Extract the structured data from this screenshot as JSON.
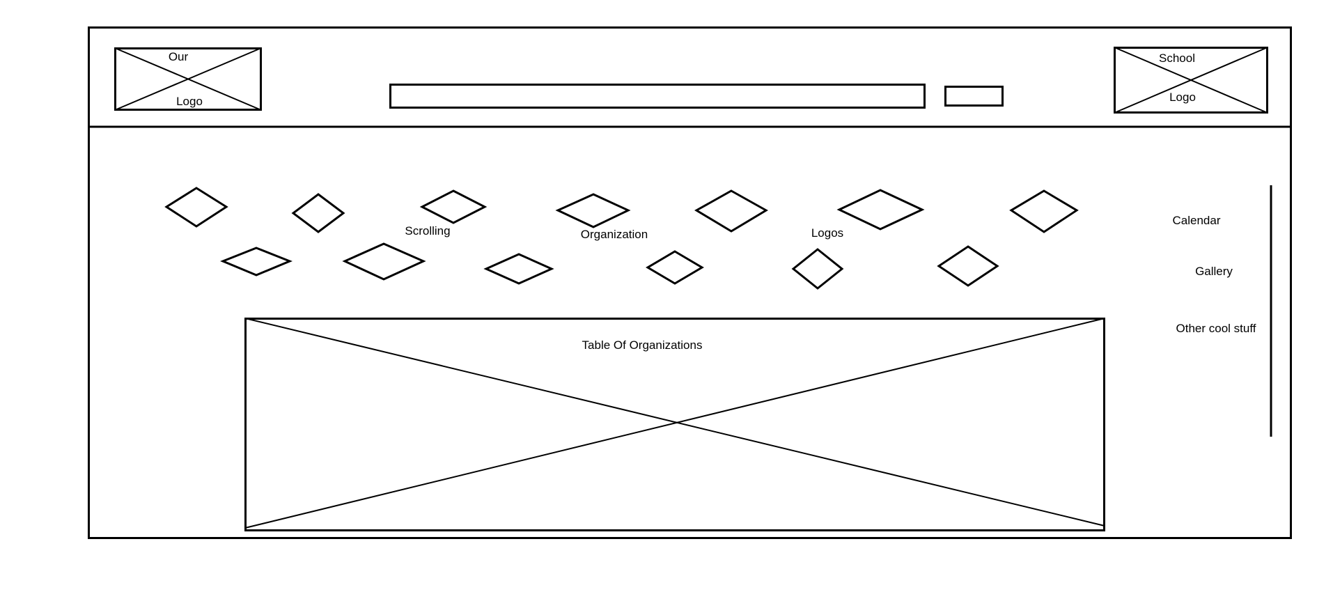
{
  "header": {
    "our_logo": {
      "line1": "Our",
      "line2": "Logo"
    },
    "school_logo": {
      "line1": "School",
      "line2": "Logo"
    },
    "search_input": {
      "value": ""
    },
    "search_button": {
      "label": ""
    }
  },
  "carousel": {
    "caption": [
      "Scrolling",
      "Organization",
      "Logos"
    ]
  },
  "table": {
    "label": "Table Of Organizations"
  },
  "sidebar": {
    "items": [
      "Calendar",
      "Gallery",
      "Other cool stuff"
    ]
  }
}
